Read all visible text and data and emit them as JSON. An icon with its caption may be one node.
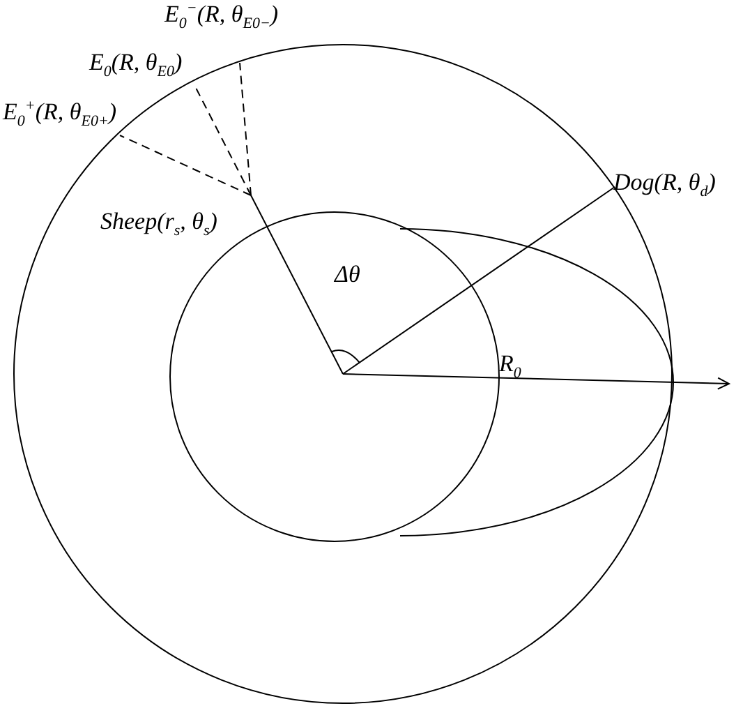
{
  "diagram": {
    "labels": [
      "E$_{0}$$^{−}$(R, θ$_{E0−}$)",
      "E$_{0}$(R, θ$_{E0}$)",
      "E$_{0}$$^{+}$(R, θ$_{E0+}$)",
      "Sheep(r$_{s}$, θ$_{s}$)",
      "Dog(R, θ$_{d}$)",
      "Δθ",
      "R$_{0}$"
    ]
  }
}
